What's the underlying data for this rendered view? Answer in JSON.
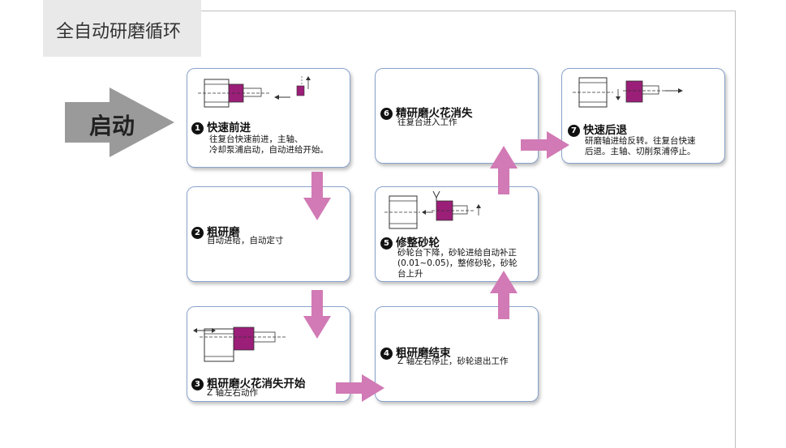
{
  "title": "全自动研磨循环",
  "start": {
    "label": "启动"
  },
  "accent_color": "#d17ab5",
  "workpiece_color": "#9b1e78",
  "steps": [
    {
      "num": "1",
      "title": "快速前进",
      "lines": [
        "往复台快速前进，主轴、",
        "冷却泵浦启动，自动进给开始。"
      ]
    },
    {
      "num": "2",
      "title": "粗研磨",
      "lines": [
        "自动进给，自动定寸"
      ]
    },
    {
      "num": "3",
      "title": "粗研磨火花消失开始",
      "lines": [
        "Z 轴左右动作"
      ]
    },
    {
      "num": "4",
      "title": "粗研磨结束",
      "lines": [
        "Z 轴左右停止，砂轮退出工作"
      ]
    },
    {
      "num": "5",
      "title": "修整砂轮",
      "lines": [
        "砂轮台下降，砂轮进给自动补正",
        "(0.01~0.05)，整修砂轮，砂轮",
        "台上升"
      ]
    },
    {
      "num": "6",
      "title": "精研磨火花消失",
      "lines": [
        "往复台进入工作"
      ]
    },
    {
      "num": "7",
      "title": "快速后退",
      "lines": [
        "研磨轴进给反转。往复台快速",
        "后退。主轴、切削泵浦停止。"
      ]
    }
  ]
}
